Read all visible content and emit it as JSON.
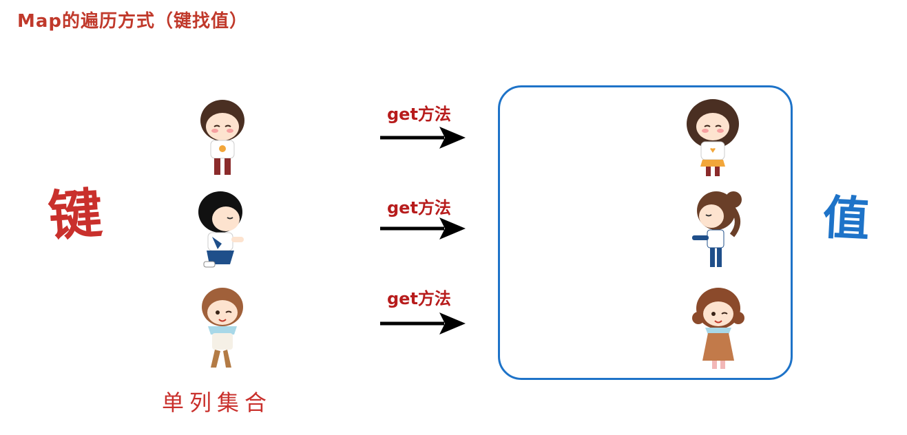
{
  "title": "Map的遍历方式（键找值）",
  "labels": {
    "key": "键",
    "value": "值",
    "key_collection": "单列集合"
  },
  "arrows": [
    {
      "method": "get方法"
    },
    {
      "method": "get方法"
    },
    {
      "method": "get方法"
    }
  ],
  "keys": [
    {
      "icon": "boy-cartoon-1-icon"
    },
    {
      "icon": "boy-cartoon-2-icon"
    },
    {
      "icon": "boy-cartoon-3-icon"
    }
  ],
  "values": [
    {
      "icon": "girl-cartoon-1-icon"
    },
    {
      "icon": "girl-cartoon-2-icon"
    },
    {
      "icon": "girl-cartoon-3-icon"
    }
  ],
  "colors": {
    "title": "#c0392b",
    "key_label": "#c9302c",
    "value_label": "#1e73c8",
    "method_label": "#b71c1c",
    "box_border": "#1e73c8",
    "arrow": "#000000"
  }
}
